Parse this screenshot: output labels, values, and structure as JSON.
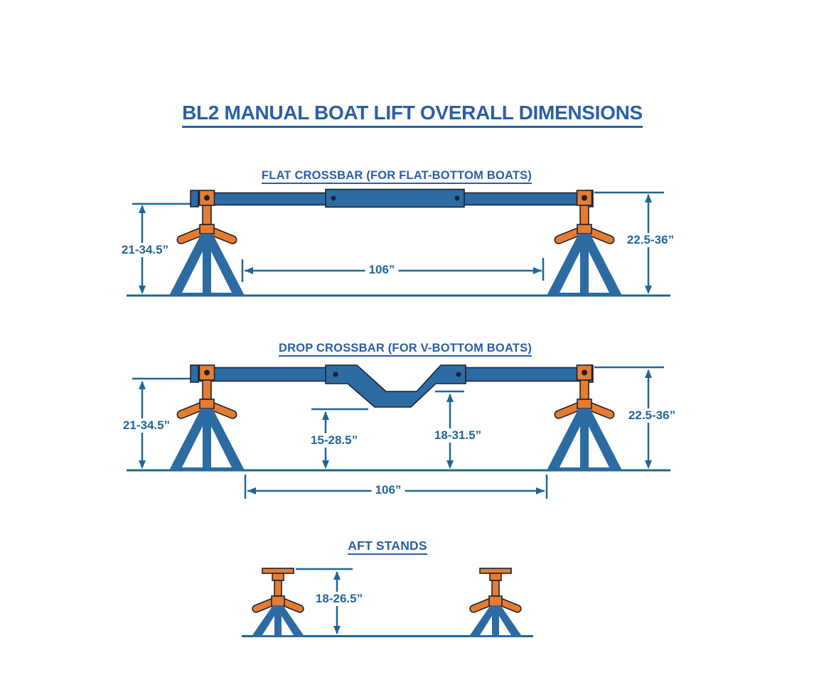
{
  "page": {
    "title": "BL2 MANUAL BOAT LIFT OVERALL DIMENSIONS"
  },
  "colors": {
    "structure_blue": "#2d6ba3",
    "accent_orange": "#e87c2e",
    "outline_dark": "#1b2233",
    "dimension_blue": "#1e6795",
    "label_blue": "#21669f",
    "heading_blue": "#2a5fa4",
    "page_bg": "#ffffff"
  },
  "sections": [
    {
      "id": "flat_crossbar",
      "heading": "FLAT CROSSBAR (FOR FLAT-BOTTOM BOATS)",
      "dimensions": {
        "left_height": "21-34.5”",
        "right_height": "22.5-36”",
        "span": "106”"
      }
    },
    {
      "id": "drop_crossbar",
      "heading": "DROP CROSSBAR (FOR V-BOTTOM BOATS)",
      "dimensions": {
        "left_height": "21-34.5”",
        "right_height": "22.5-36”",
        "drop_underside_height": "15-28.5”",
        "drop_top_height": "18-31.5”",
        "span": "106”"
      }
    },
    {
      "id": "aft_stands",
      "heading": "AFT STANDS",
      "dimensions": {
        "height": "18-26.5”"
      }
    }
  ]
}
